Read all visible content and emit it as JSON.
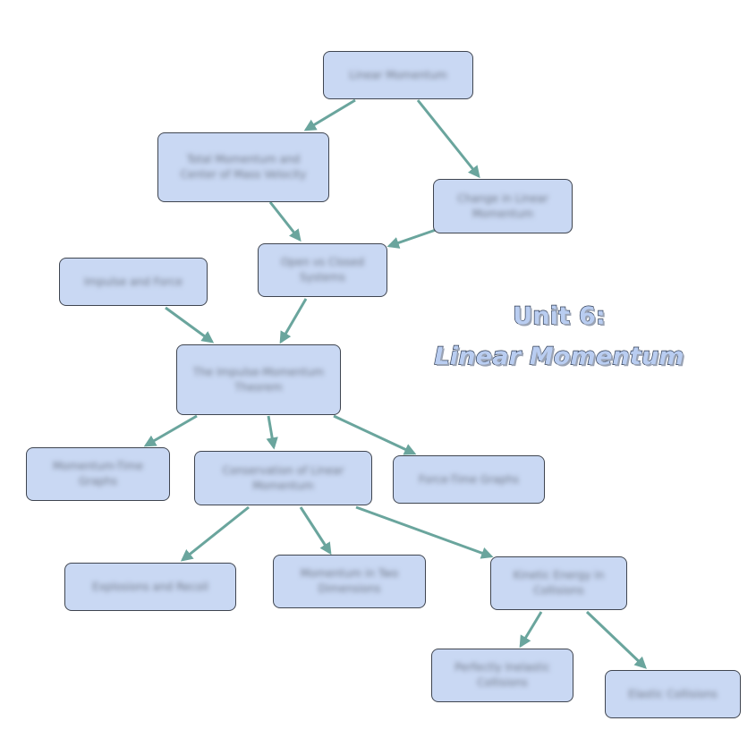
{
  "title": {
    "line1": "Unit 6:",
    "line2": "Linear Momentum"
  },
  "nodes": {
    "linear_momentum": "Linear Momentum",
    "total_momentum": "Total Momentum and Center of Mass Velocity",
    "change_in_momentum": "Change in Linear Momentum",
    "open_closed": "Open vs Closed Systems",
    "impulse_force": "Impulse and Force",
    "impulse_theorem": "The Impulse-Momentum Theorem",
    "momentum_time_graphs": "Momentum-Time Graphs",
    "conservation": "Conservation of Linear Momentum",
    "force_time_graphs": "Force-Time Graphs",
    "explosions": "Explosions and Recoil",
    "two_dimensions": "Momentum in Two Dimensions",
    "kinetic_energy": "Kinetic Energy in Collisions",
    "perfectly_inelastic": "Perfectly Inelastic Collisions",
    "elastic": "Elastic Collisions"
  },
  "colors": {
    "node_fill": "#c9d8f3",
    "node_border": "#3f4550",
    "arrow": "#6aa59d",
    "title_fill": "#b9cdf1",
    "title_outline": "#2e3b52"
  }
}
